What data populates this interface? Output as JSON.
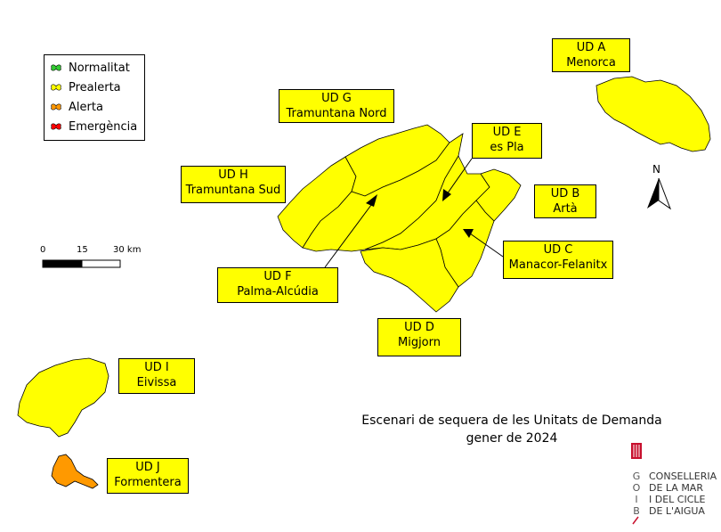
{
  "legend": {
    "items": [
      {
        "label": "Normalitat",
        "color": "#33cc33"
      },
      {
        "label": "Prealerta",
        "color": "#ffff00"
      },
      {
        "label": "Alerta",
        "color": "#ff9900"
      },
      {
        "label": "Emergència",
        "color": "#ff0000"
      }
    ]
  },
  "scale": {
    "ticks": [
      "0",
      "15",
      "30 km"
    ]
  },
  "north_label": "N",
  "units": [
    {
      "code": "UD A",
      "name": "Menorca"
    },
    {
      "code": "UD B",
      "name": "Artà"
    },
    {
      "code": "UD C",
      "name": "Manacor-Felanitx"
    },
    {
      "code": "UD D",
      "name": "Migjorn"
    },
    {
      "code": "UD E",
      "name": "es Pla"
    },
    {
      "code": "UD F",
      "name": "Palma-Alcúdia"
    },
    {
      "code": "UD G",
      "name": "Tramuntana Nord"
    },
    {
      "code": "UD H",
      "name": "Tramuntana Sud"
    },
    {
      "code": "UD I",
      "name": "Eivissa"
    },
    {
      "code": "UD J",
      "name": "Formentera"
    }
  ],
  "title": {
    "line1": "Escenari de sequera de les Unitats de Demanda",
    "line2": "gener de 2024"
  },
  "logo": {
    "letters": [
      "G",
      "O",
      "I",
      "B"
    ],
    "lines": [
      "CONSELLERIA",
      "DE LA MAR",
      "I DEL CICLE",
      "DE L'AIGUA"
    ]
  },
  "colors": {
    "prealerta": "#ffff00",
    "alerta": "#ff9900"
  }
}
